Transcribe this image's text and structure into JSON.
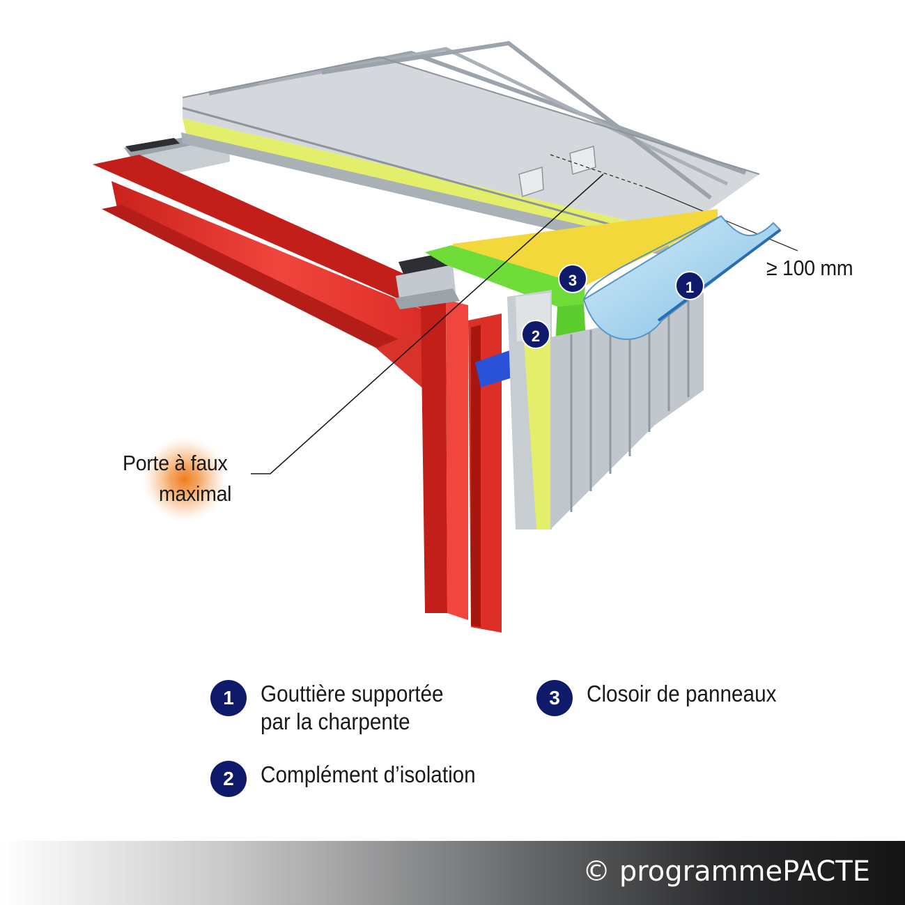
{
  "callouts": {
    "overhang_line1": "Porte à faux",
    "overhang_line2": "maximal",
    "dimension": "≥ 100 mm",
    "badge_1": "1",
    "badge_2": "2",
    "badge_3": "3"
  },
  "legend": {
    "items": [
      {
        "number": "1",
        "line1": "Gouttière supportée",
        "line2": "par la charpente"
      },
      {
        "number": "2",
        "line1": "Complément d’isolation",
        "line2": ""
      },
      {
        "number": "3",
        "line1": "Closoir de panneaux",
        "line2": ""
      }
    ]
  },
  "footer": {
    "copyright": "© programmePACTE"
  },
  "colors": {
    "structure_red": "#e8362f",
    "insulation_yellow": "#e8f06a",
    "closure_green": "#6fdc3a",
    "gutter_blue": "#a9d7f0",
    "badge_navy": "#101a6b",
    "panel_grey": "#c7ccd2",
    "highlight_orange": "#f07d1e"
  }
}
